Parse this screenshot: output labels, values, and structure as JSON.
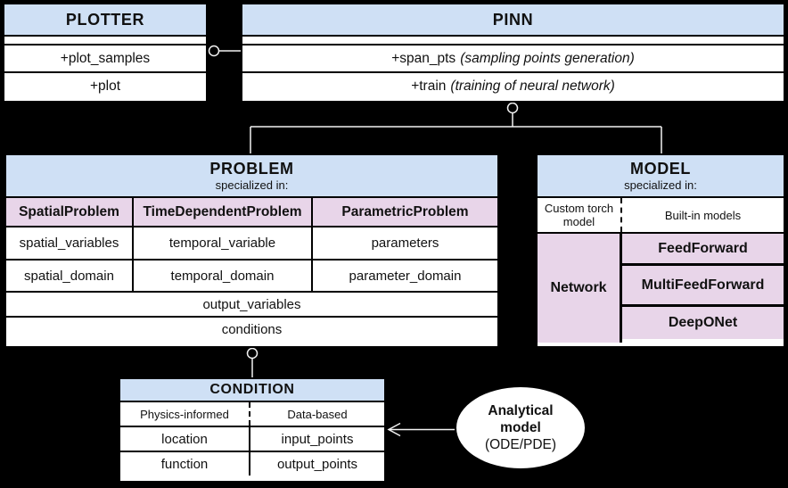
{
  "colors": {
    "background": "#000000",
    "class_header_blue": "#cfe0f5",
    "specialization_lavender": "#e8d5e9",
    "box_fill": "#ffffff",
    "border": "#000000",
    "connector_line": "#f2f2f2"
  },
  "plotter": {
    "title": "PLOTTER",
    "methods": [
      "+plot_samples",
      "+plot"
    ]
  },
  "pinn": {
    "title": "PINN",
    "methods": [
      {
        "name": "+span_pts",
        "note": "(sampling points generation)"
      },
      {
        "name": "+train",
        "note": "(training of neural network)"
      }
    ]
  },
  "problem": {
    "title": "PROBLEM",
    "subtitle": "specialized in:",
    "columns": [
      {
        "header": "SpatialProblem",
        "rows": [
          "spatial_variables",
          "spatial_domain"
        ]
      },
      {
        "header": "TimeDependentProblem",
        "rows": [
          "temporal_variable",
          "temporal_domain"
        ]
      },
      {
        "header": "ParametricProblem",
        "rows": [
          "parameters",
          "parameter_domain"
        ]
      }
    ],
    "shared_rows": [
      "output_variables",
      "conditions"
    ]
  },
  "model": {
    "title": "MODEL",
    "subtitle": "specialized in:",
    "left_header": "Custom torch model",
    "right_header": "Built-in models",
    "left_cell": "Network",
    "right_cells": [
      "FeedForward",
      "MultiFeedForward",
      "DeepONet"
    ]
  },
  "condition": {
    "title": "CONDITION",
    "left_header": "Physics-informed",
    "right_header": "Data-based",
    "left_rows": [
      "location",
      "function"
    ],
    "right_rows": [
      "input_points",
      "output_points"
    ]
  },
  "analytical": {
    "line1": "Analytical",
    "line2": "model",
    "line3": "(ODE/PDE)"
  }
}
